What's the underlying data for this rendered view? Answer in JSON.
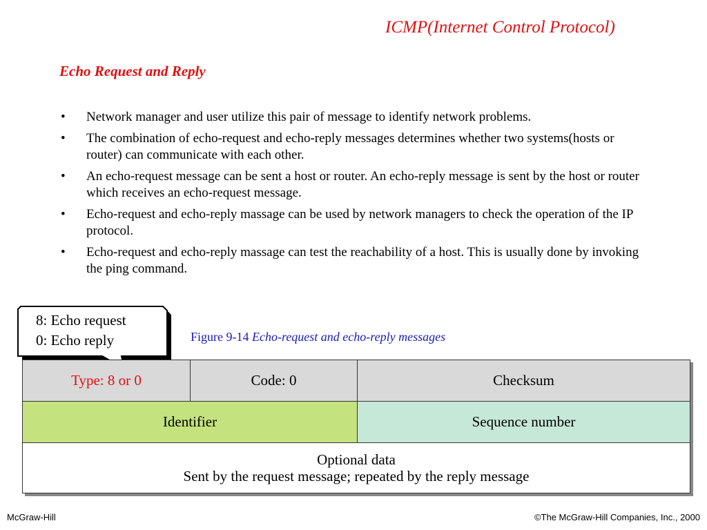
{
  "slide": {
    "title": "ICMP(Internet Control Protocol)",
    "subtitle": "Echo Request and Reply",
    "bullet_symbol": "•",
    "bullets": [
      "Network manager and user utilize this pair of message to identify network problems.",
      "The combination of echo-request and echo-reply messages determines whether two systems(hosts or router) can communicate with each other.",
      "An echo-request message can be sent a host or router. An echo-reply message is sent by the host or router which receives an echo-request message.",
      "Echo-request and echo-reply massage can be used by network managers to check the operation of the IP protocol.",
      "Echo-request and echo-reply massage can test the reachability of a host. This is usually done by invoking the ping command."
    ]
  },
  "callout": {
    "line1": "8: Echo request",
    "line2": "0: Echo reply"
  },
  "figure": {
    "caption_prefix": "Figure  9-14 ",
    "caption_title": "Echo-request and echo-reply messages"
  },
  "packet": {
    "type": "Type: 8 or 0",
    "code": "Code: 0",
    "checksum": "Checksum",
    "identifier": "Identifier",
    "sequence": "Sequence number",
    "optional_title": "Optional data",
    "optional_desc": "Sent by the request message; repeated by the reply message"
  },
  "footer": {
    "left": "McGraw-Hill",
    "right": "©The McGraw-Hill Companies, Inc., 2000"
  },
  "colors": {
    "title": "#e01010",
    "caption": "#1a1ab8",
    "header_row": "#d9d9d9",
    "identifier": "#c4e27e",
    "sequence": "#c6e8d8"
  }
}
